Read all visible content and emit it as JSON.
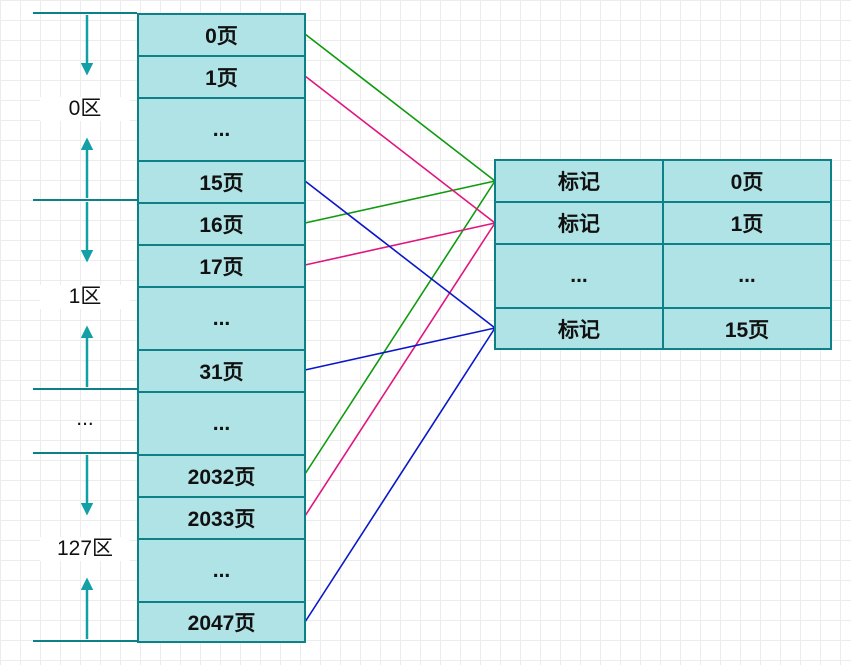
{
  "left_column": {
    "pages": [
      "0页",
      "1页",
      "...",
      "15页",
      "16页",
      "17页",
      "...",
      "31页",
      "...",
      "2032页",
      "2033页",
      "...",
      "2047页"
    ]
  },
  "zones": {
    "labels": [
      "0区",
      "1区",
      "...",
      "127区"
    ]
  },
  "right_table": {
    "rows": [
      [
        "标记",
        "0页"
      ],
      [
        "标记",
        "1页"
      ],
      [
        "...",
        "..."
      ],
      [
        "标记",
        "15页"
      ]
    ]
  },
  "colors": {
    "cell_fill": "#b0e3e6",
    "cell_border": "#0e8088",
    "arrow": "#12a0a6",
    "line_green": "#0f9a0f",
    "line_pink": "#e0157f",
    "line_blue": "#0a17c8"
  }
}
